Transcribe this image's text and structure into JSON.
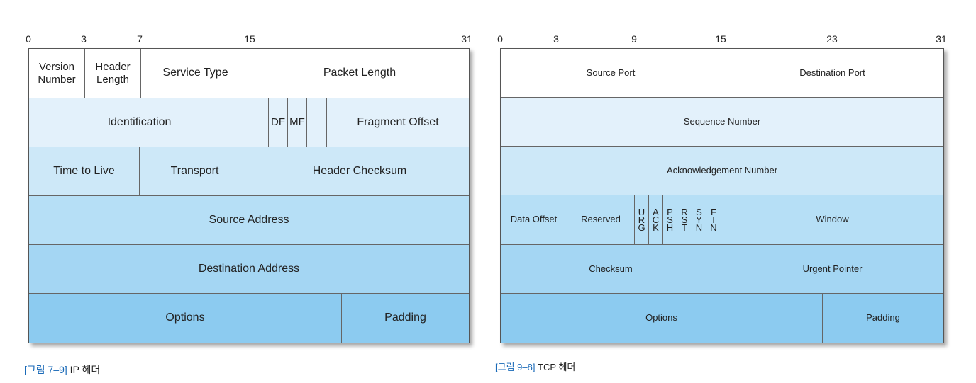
{
  "ip": {
    "bit_labels": [
      "0",
      "3",
      "7",
      "15",
      "31"
    ],
    "row_colors": [
      "#ffffff",
      "#e3f1fb",
      "#cde8f8",
      "#b6dff6",
      "#a4d6f3",
      "#8ccbf0"
    ],
    "fields": {
      "version": [
        "Version",
        "Number"
      ],
      "header_length": [
        "Header",
        "Length"
      ],
      "service_type": "Service Type",
      "packet_length": "Packet Length",
      "identification": "Identification",
      "df": "DF",
      "mf": "MF",
      "fragment_offset": "Fragment Offset",
      "time_to_live": "Time to Live",
      "transport": "Transport",
      "header_checksum": "Header Checksum",
      "source_address": "Source Address",
      "destination_address": "Destination Address",
      "options": "Options",
      "padding": "Padding"
    },
    "caption_num": "[그림 7–9]",
    "caption_text": " IP 헤더"
  },
  "tcp": {
    "bit_labels": [
      "0",
      "3",
      "9",
      "15",
      "23",
      "31"
    ],
    "row_colors": [
      "#ffffff",
      "#e3f1fb",
      "#cde8f8",
      "#b6dff6",
      "#a4d6f3",
      "#8ccbf0"
    ],
    "fields": {
      "source_port": "Source Port",
      "destination_port": "Destination Port",
      "sequence_number": "Sequence Number",
      "ack_number": "Acknowledgement Number",
      "data_offset": "Data Offset",
      "reserved": "Reserved",
      "flags": [
        [
          "U",
          "R",
          "G"
        ],
        [
          "A",
          "C",
          "K"
        ],
        [
          "P",
          "S",
          "H"
        ],
        [
          "R",
          "S",
          "T"
        ],
        [
          "S",
          "Y",
          "N"
        ],
        [
          "F",
          "I",
          "N"
        ]
      ],
      "window": "Window",
      "checksum": "Checksum",
      "urgent_pointer": "Urgent Pointer",
      "options": "Options",
      "padding": "Padding"
    },
    "caption_num": "[그림 9–8]",
    "caption_text": " TCP 헤더"
  }
}
